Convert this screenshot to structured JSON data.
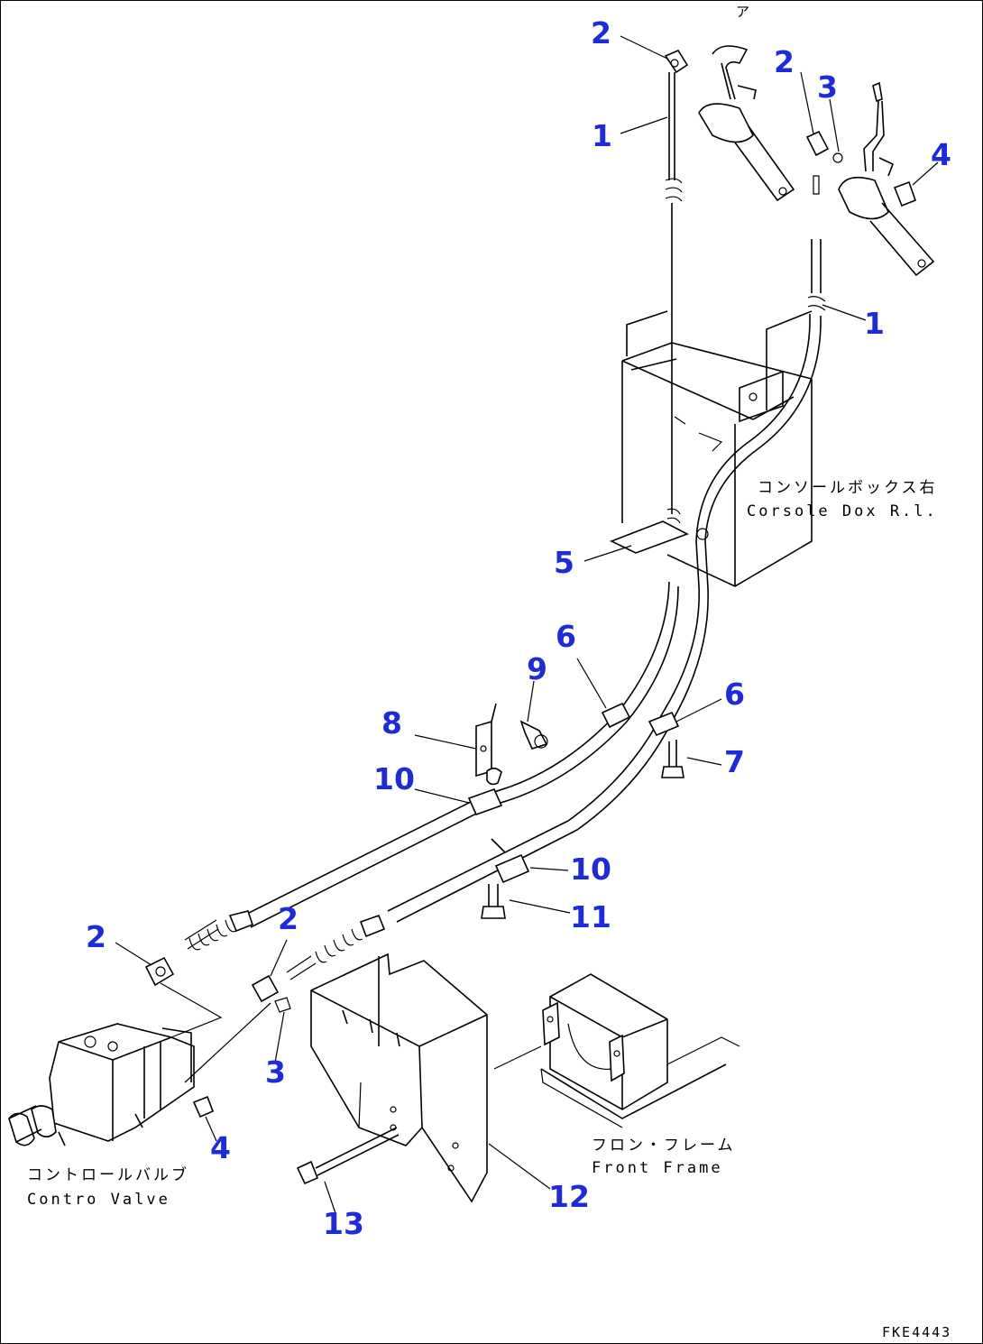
{
  "callouts": {
    "c2a": "2",
    "c1a": "1",
    "c2b": "2",
    "c3a": "3",
    "c4a": "4",
    "c1b": "1",
    "c5": "5",
    "c6a": "6",
    "c9": "9",
    "c6b": "6",
    "c8": "8",
    "c7": "7",
    "c10a": "10",
    "c10b": "10",
    "c11": "11",
    "c2c": "2",
    "c2d": "2",
    "c3b": "3",
    "c4b": "4",
    "c12": "12",
    "c13": "13"
  },
  "labels": {
    "console_jp": "コンソールボックス右",
    "console_en": "Corsole Dox R.l.",
    "valve_jp": "コントロールバルブ",
    "valve_en": "Contro Valve",
    "frame_jp": "フロン・フレーム",
    "frame_en": "Front Frame",
    "drawing_code": "FKE4443"
  },
  "colors": {
    "callout": "#1f2bd6",
    "line": "#000000",
    "background": "#ffffff"
  }
}
